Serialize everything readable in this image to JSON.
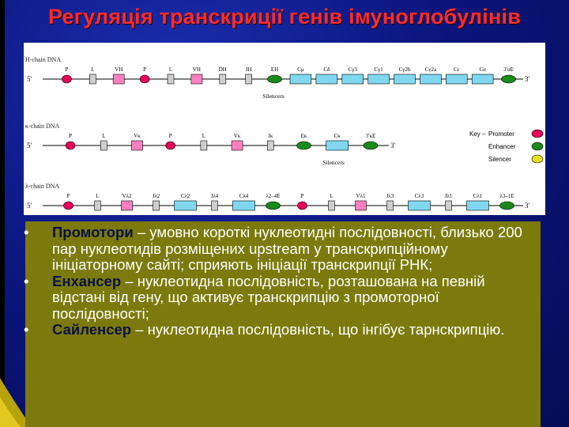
{
  "title": "Регуляція транскриції генів імуноглобулінів",
  "diagram": {
    "rows": [
      {
        "label": "H-chain DNA",
        "five": "5′",
        "three": "3′",
        "segments": [
          {
            "type": "promoter",
            "label": "P"
          },
          {
            "type": "box",
            "label": "L"
          },
          {
            "type": "box",
            "label": "VH"
          },
          {
            "type": "promoter",
            "label": "P"
          },
          {
            "type": "box",
            "label": "L"
          },
          {
            "type": "box",
            "label": "VH"
          },
          {
            "type": "box",
            "label": "DH"
          },
          {
            "type": "box",
            "label": "JH"
          },
          {
            "type": "enhancer",
            "label": "EH"
          },
          {
            "type": "box",
            "label": "Cμ"
          },
          {
            "type": "box",
            "label": "Cδ"
          },
          {
            "type": "box",
            "label": "Cγ3"
          },
          {
            "type": "box",
            "label": "Cγ1"
          },
          {
            "type": "box",
            "label": "Cγ2b"
          },
          {
            "type": "box",
            "label": "Cγ2a"
          },
          {
            "type": "box",
            "label": "Cε"
          },
          {
            "type": "box",
            "label": "Cα"
          },
          {
            "type": "enhancer",
            "label": "3′αE"
          }
        ],
        "silencer_label": "Silencers"
      },
      {
        "label": "κ-chain DNA",
        "five": "5′",
        "three": "3′",
        "segments": [
          {
            "type": "promoter",
            "label": "P"
          },
          {
            "type": "box",
            "label": "L"
          },
          {
            "type": "box",
            "label": "Vκ"
          },
          {
            "type": "promoter",
            "label": "P"
          },
          {
            "type": "box",
            "label": "L"
          },
          {
            "type": "box",
            "label": "Vκ"
          },
          {
            "type": "box",
            "label": "Jκ"
          },
          {
            "type": "enhancer",
            "label": "Eκ"
          },
          {
            "type": "box",
            "label": "Cκ"
          },
          {
            "type": "enhancer",
            "label": "3′κE"
          }
        ],
        "silencer_label": "Silencers"
      },
      {
        "label": "λ-chain DNA",
        "five": "5′",
        "three": "3′",
        "segments": [
          {
            "type": "promoter",
            "label": "P"
          },
          {
            "type": "box",
            "label": "L"
          },
          {
            "type": "box",
            "label": "Vλ2"
          },
          {
            "type": "box",
            "label": "Jλ2"
          },
          {
            "type": "box",
            "label": "Cλ2"
          },
          {
            "type": "box",
            "label": "Jλ4"
          },
          {
            "type": "box",
            "label": "Cλ4"
          },
          {
            "type": "enhancer",
            "label": "λ2–4E"
          },
          {
            "type": "promoter",
            "label": "P"
          },
          {
            "type": "box",
            "label": "L"
          },
          {
            "type": "box",
            "label": "Vλ1"
          },
          {
            "type": "box",
            "label": "Jλ3"
          },
          {
            "type": "box",
            "label": "Cλ3"
          },
          {
            "type": "box",
            "label": "Jλ1"
          },
          {
            "type": "box",
            "label": "Cλ1"
          },
          {
            "type": "enhancer",
            "label": "λ3–1E"
          }
        ]
      }
    ],
    "key": {
      "title": "Key",
      "items": [
        {
          "label": "Promoter",
          "color": "#e8005a"
        },
        {
          "label": "Enhancer",
          "color": "#1a8a1a"
        },
        {
          "label": "Silencer",
          "color": "#e8e020"
        }
      ]
    },
    "colors": {
      "promoter": "#e8005a",
      "enhancer": "#1a8a1a",
      "silencer": "#f0e030",
      "vbox": "#ff80c0",
      "cbox": "#7fd8f0",
      "grey": "#cfcfcf"
    }
  },
  "bullets": [
    {
      "term": "Промотори",
      "text": " – умовно короткі нуклеотидні послідовності, близько 200 пар нуклеотидів розміщених upstream у транскрипційному ініціаторному сайті; сприяють ініціації транскрипції РНК;"
    },
    {
      "term": "Енхансер",
      "text": " – нуклеотидна послідовність, розташована на певній відстані від гену, що активує транскрипцію з промоторної послідовності;"
    },
    {
      "term": "Сайленсер",
      "text": " – нуклеотидна послідовність, що інгібує тарнскрипцію."
    }
  ]
}
